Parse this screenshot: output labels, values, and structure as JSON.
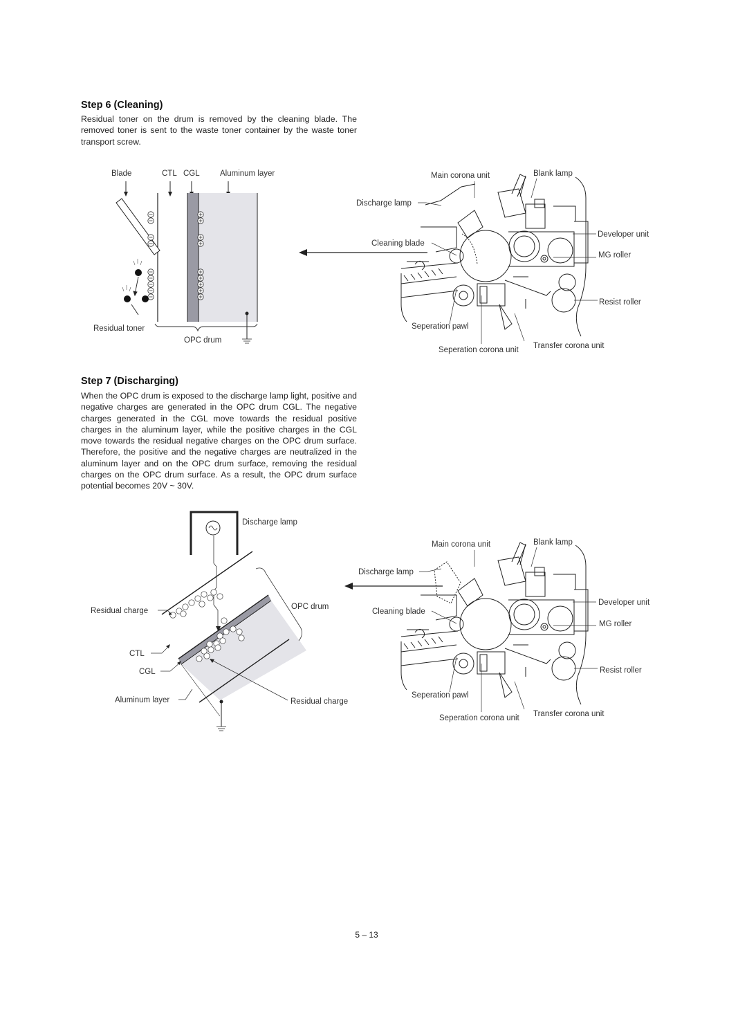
{
  "step6": {
    "title": "Step 6 (Cleaning)",
    "body": "Residual toner on the drum is removed by the cleaning blade. The removed toner is sent to the waste toner container by the waste toner transport screw.",
    "fig_left": {
      "blade": "Blade",
      "ctl": "CTL",
      "cgl": "CGL",
      "aluminum": "Aluminum layer",
      "residual_toner": "Residual toner",
      "opc_drum": "OPC drum"
    },
    "fig_right": {
      "main_corona": "Main corona unit",
      "blank_lamp": "Blank lamp",
      "discharge_lamp": "Discharge lamp",
      "developer": "Developer unit",
      "cleaning_blade": "Cleaning blade",
      "mg_roller": "MG roller",
      "resist_roller": "Resist roller",
      "sep_pawl": "Seperation pawl",
      "sep_corona": "Seperation corona unit",
      "transfer_corona": "Transfer corona unit"
    }
  },
  "step7": {
    "title": "Step 7 (Discharging)",
    "body": "When the OPC drum is exposed to the discharge lamp light, positive and negative charges are generated in the OPC drum CGL. The negative charges generated in the CGL move towards the residual positive charges in the aluminum layer, while the positive charges in the CGL move towards the residual negative charges on the OPC drum surface. Therefore, the positive and the negative charges are neutralized in the aluminum layer and on the OPC drum surface, removing the residual charges on the OPC drum surface. As a result, the OPC drum surface potential becomes 20V ~ 30V.",
    "fig_left": {
      "discharge_lamp": "Discharge lamp",
      "residual_charge_top": "Residual charge",
      "opc_drum": "OPC drum",
      "ctl": "CTL",
      "cgl": "CGL",
      "aluminum": "Aluminum layer",
      "residual_charge_bottom": "Residual charge"
    },
    "fig_right": {
      "main_corona": "Main corona unit",
      "blank_lamp": "Blank lamp",
      "discharge_lamp": "Discharge lamp",
      "developer": "Developer unit",
      "cleaning_blade": "Cleaning blade",
      "mg_roller": "MG roller",
      "resist_roller": "Resist roller",
      "sep_pawl": "Seperation pawl",
      "sep_corona": "Seperation corona unit",
      "transfer_corona": "Transfer corona unit"
    }
  },
  "footer": {
    "page": "5 – 13"
  },
  "colors": {
    "aluminum_fill": "#e4e4e9",
    "cgl_fill": "#9a9aa4"
  }
}
